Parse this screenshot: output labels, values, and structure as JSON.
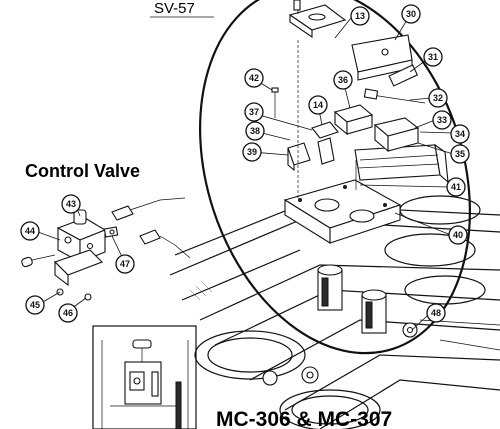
{
  "diagram": {
    "header_ref": "SV-57",
    "section_title": "Control Valve",
    "model_label": "MC-306 & MC-307",
    "callouts": {
      "p13": "13",
      "p30": "30",
      "p31": "31",
      "p42": "42",
      "p36": "36",
      "p14": "14",
      "p32": "32",
      "p37": "37",
      "p33": "33",
      "p38": "38",
      "p34": "34",
      "p39": "39",
      "p35": "35",
      "p41": "41",
      "p40": "40",
      "p43": "43",
      "p44": "44",
      "p47": "47",
      "p45": "45",
      "p46": "46",
      "p48": "48"
    }
  }
}
